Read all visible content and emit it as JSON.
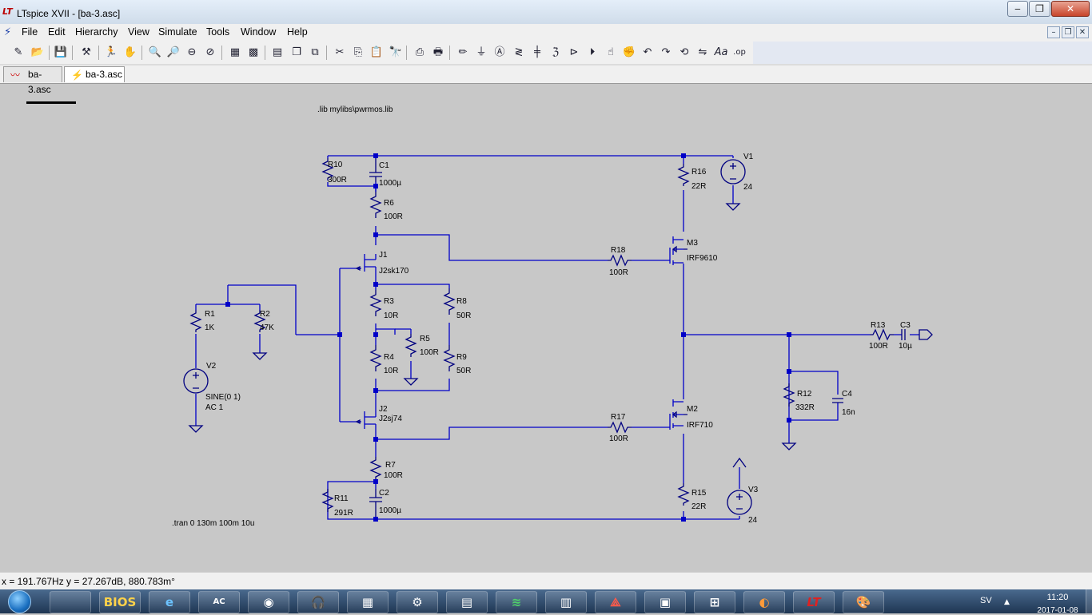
{
  "window": {
    "title": "LTspice XVII - [ba-3.asc]",
    "app_icon": "ltspice-icon"
  },
  "caption_buttons": {
    "minimize": "‒",
    "maximize": "❐",
    "close": "✕"
  },
  "menubar": {
    "items": [
      "File",
      "Edit",
      "Hierarchy",
      "View",
      "Simulate",
      "Tools",
      "Window",
      "Help"
    ],
    "mdi_buttons": {
      "minimize": "–",
      "restore": "❐",
      "close": "✕"
    }
  },
  "toolbar": {
    "buttons": [
      "new-schematic",
      "open",
      "save",
      "control-panel",
      "run",
      "halt",
      "zoom-in",
      "zoom-area",
      "zoom-out",
      "zoom-fit",
      "autorange",
      "grid",
      "tile",
      "cascade",
      "close-all",
      "cut",
      "copy",
      "paste",
      "find",
      "print-setup",
      "print",
      "draw-wire",
      "ground",
      "label-net",
      "resistor",
      "capacitor",
      "inductor",
      "diode",
      "component",
      "move",
      "drag",
      "undo",
      "redo",
      "rotate",
      "mirror",
      "text",
      "spice-directive"
    ]
  },
  "tabs": [
    {
      "label": "ba-3.asc",
      "icon": "waveform-icon",
      "active": false
    },
    {
      "label": "ba-3.asc",
      "icon": "schematic-icon",
      "active": true
    }
  ],
  "schematic": {
    "directive_lib": ".lib mylibs\\pwrmos.lib",
    "directive_tran": ".tran 0 130m 100m 10u",
    "components": [
      {
        "name": "R10",
        "value": "300R"
      },
      {
        "name": "C1",
        "value": "1000µ"
      },
      {
        "name": "R6",
        "value": "100R"
      },
      {
        "name": "J1",
        "value": "J2sk170"
      },
      {
        "name": "R3",
        "value": "10R"
      },
      {
        "name": "R8",
        "value": "50R"
      },
      {
        "name": "R5",
        "value": "100R"
      },
      {
        "name": "R4",
        "value": "10R"
      },
      {
        "name": "R9",
        "value": "50R"
      },
      {
        "name": "J2",
        "value": "J2sj74"
      },
      {
        "name": "R7",
        "value": "100R"
      },
      {
        "name": "R11",
        "value": "291R"
      },
      {
        "name": "C2",
        "value": "1000µ"
      },
      {
        "name": "R1",
        "value": "1K"
      },
      {
        "name": "R2",
        "value": "47K"
      },
      {
        "name": "V2",
        "value": "SINE(0 1)",
        "value2": "AC 1"
      },
      {
        "name": "R18",
        "value": "100R"
      },
      {
        "name": "R17",
        "value": "100R"
      },
      {
        "name": "M3",
        "value": "IRF9610"
      },
      {
        "name": "M2",
        "value": "IRF710"
      },
      {
        "name": "R16",
        "value": "22R"
      },
      {
        "name": "R15",
        "value": "22R"
      },
      {
        "name": "V1",
        "value": "24"
      },
      {
        "name": "V3",
        "value": "24"
      },
      {
        "name": "R12",
        "value": "332R"
      },
      {
        "name": "C4",
        "value": "16n"
      },
      {
        "name": "R13",
        "value": "100R"
      },
      {
        "name": "C3",
        "value": "10µ"
      }
    ]
  },
  "status": {
    "text": "x = 191.767Hz    y = 27.267dB, 880.783m°"
  },
  "taskbar": {
    "apps": [
      {
        "icon": "media-player-icon",
        "label": ""
      },
      {
        "icon": "bios-icon",
        "label": "BIOS"
      },
      {
        "icon": "internet-explorer-icon",
        "label": "e"
      },
      {
        "icon": "calculator-app-icon",
        "label": "AC"
      },
      {
        "icon": "chrome-icon",
        "label": "◉"
      },
      {
        "icon": "audio-app-icon",
        "label": "🎧"
      },
      {
        "icon": "grid-app-icon",
        "label": "▦"
      },
      {
        "icon": "network-tool-icon",
        "label": "⚙"
      },
      {
        "icon": "file-explorer-icon",
        "label": "▤"
      },
      {
        "icon": "spotify-icon",
        "label": "≋"
      },
      {
        "icon": "winrar-icon",
        "label": "▥"
      },
      {
        "icon": "acrobat-icon",
        "label": "⟁"
      },
      {
        "icon": "control-panel-icon",
        "label": "▣"
      },
      {
        "icon": "calculator-icon",
        "label": "⊞"
      },
      {
        "icon": "firefox-icon",
        "label": "◐"
      },
      {
        "icon": "ltspice-taskbar-icon",
        "label": "LT"
      },
      {
        "icon": "paint-icon",
        "label": "🎨"
      }
    ],
    "tray_lang": "SV",
    "time": "11:20",
    "date": "2017-01-08"
  },
  "colors": {
    "wire": "#0000c8",
    "component": "#000080",
    "canvas": "#c8c8c8",
    "text": "#000000"
  }
}
